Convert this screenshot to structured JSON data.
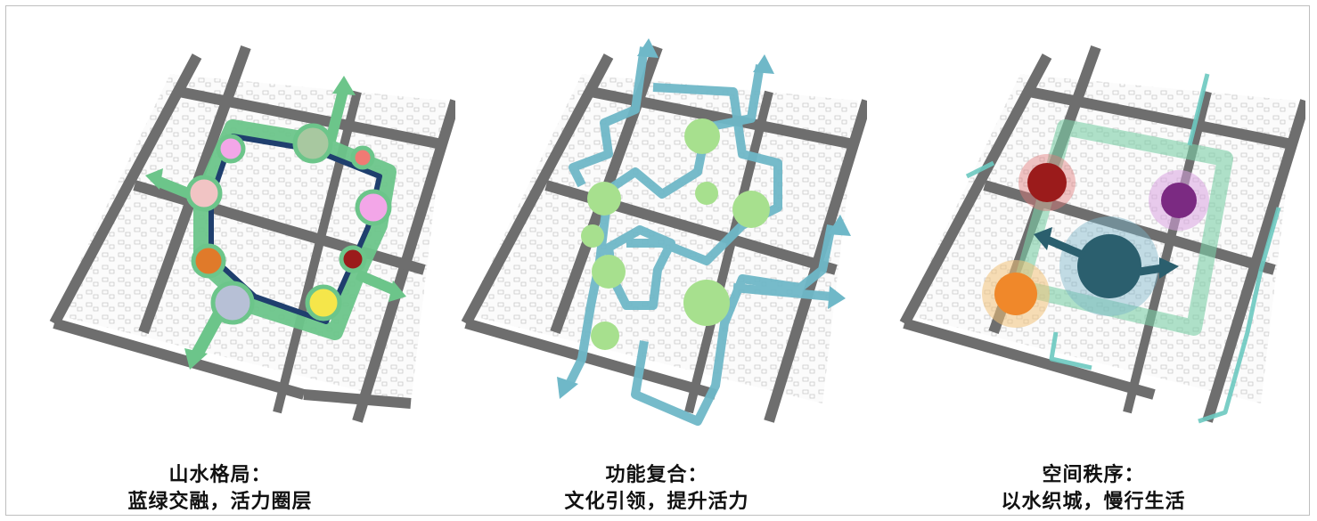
{
  "panels": [
    {
      "title": "山水格局：",
      "subtitle": "蓝绿交融，活力圈层"
    },
    {
      "title": "功能复合：",
      "subtitle": "文化引领，提升活力"
    },
    {
      "title": "空间秩序：",
      "subtitle": "以水织城，慢行生活"
    }
  ],
  "colors": {
    "road": "#6e6e6e",
    "green_axis": "#6cc58a",
    "blue_ring": "#1f3f6e",
    "blue_water": "#6fb8c8",
    "node_green": "#a7e08e",
    "node_dark": "#2b5f6e",
    "red": "#9b1b1b",
    "purple": "#7b2a82",
    "orange": "#f0882a"
  }
}
